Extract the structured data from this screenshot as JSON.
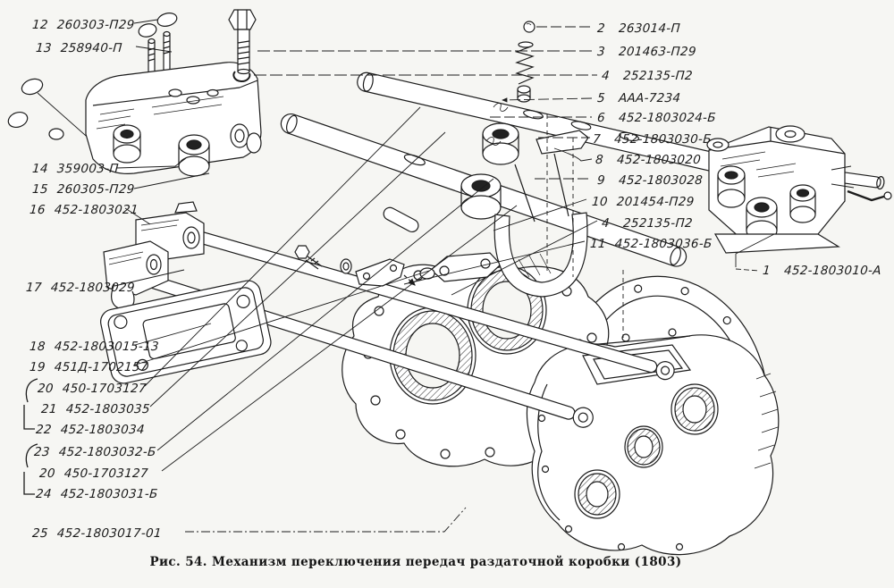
{
  "figure": {
    "caption": "Рис. 54. Механизм переключения передач раздаточной коробки (1803)"
  },
  "colors": {
    "ink": "#1c1c1c",
    "paper": "#f6f6f3"
  },
  "parts_left": [
    {
      "num": "12",
      "code": "260303-П29"
    },
    {
      "num": "13",
      "code": "258940-П"
    },
    {
      "num": "14",
      "code": "359003-П"
    },
    {
      "num": "15",
      "code": "260305-П29"
    },
    {
      "num": "16",
      "code": "452-1803021"
    },
    {
      "num": "17",
      "code": "452-1803029"
    },
    {
      "num": "18",
      "code": "452-1803015-13"
    },
    {
      "num": "19",
      "code": "451Д-1702157"
    },
    {
      "num": "20",
      "code": "450-1703127"
    },
    {
      "num": "21",
      "code": "452-1803035"
    },
    {
      "num": "22",
      "code": "452-1803034"
    },
    {
      "num": "23",
      "code": "452-1803032-Б"
    },
    {
      "num": "20",
      "code": "450-1703127"
    },
    {
      "num": "24",
      "code": "452-1803031-Б"
    },
    {
      "num": "25",
      "code": "452-1803017-01"
    }
  ],
  "parts_right": [
    {
      "num": "2",
      "code": "263014-П"
    },
    {
      "num": "3",
      "code": "201463-П29"
    },
    {
      "num": "4",
      "code": "252135-П2"
    },
    {
      "num": "5",
      "code": "ААА-7234"
    },
    {
      "num": "6",
      "code": "452-1803024-Б"
    },
    {
      "num": "7",
      "code": "452-1803030-Б"
    },
    {
      "num": "8",
      "code": "452-1803020"
    },
    {
      "num": "9",
      "code": "452-1803028"
    },
    {
      "num": "10",
      "code": "201454-П29"
    },
    {
      "num": "4",
      "code": "252135-П2"
    },
    {
      "num": "11",
      "code": "452-1803036-Б"
    }
  ],
  "part_main": {
    "num": "1",
    "code": "452-1803010-А"
  }
}
